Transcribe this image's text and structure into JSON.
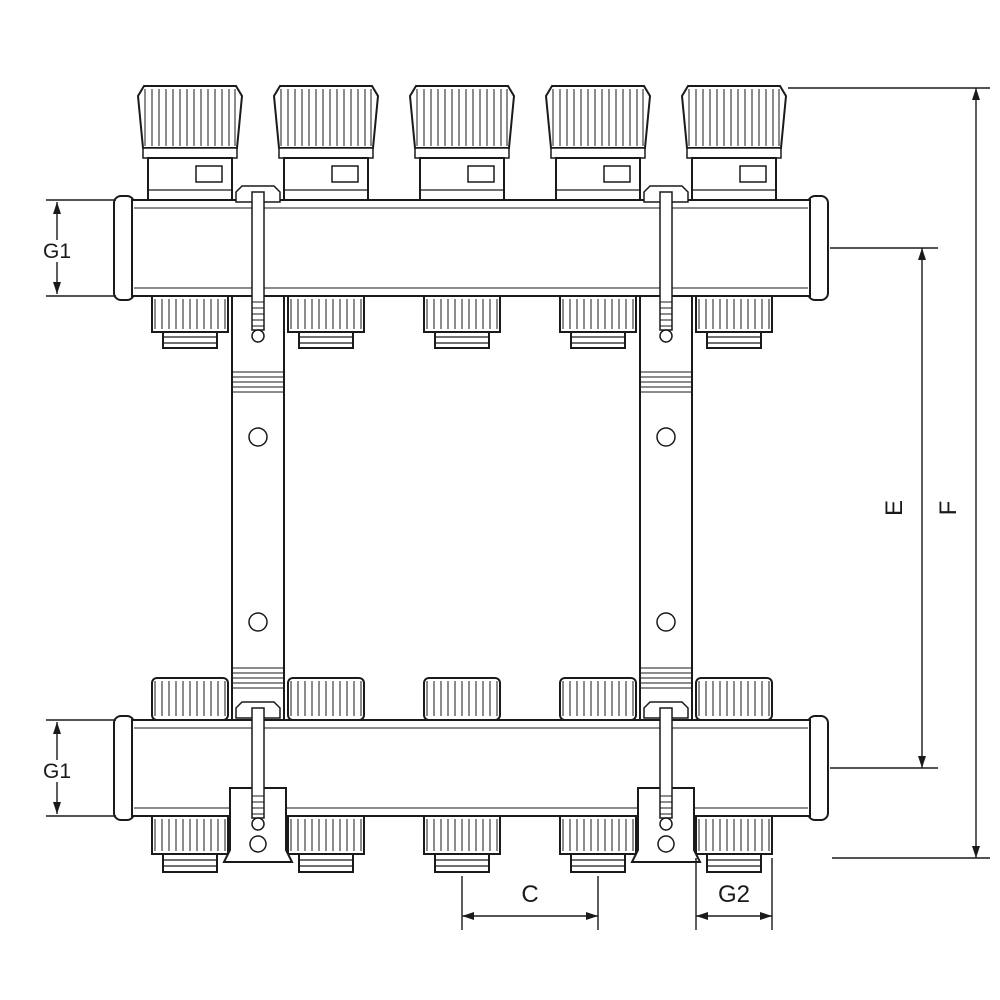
{
  "diagram": {
    "type": "technical-line-drawing",
    "subject": "heating-manifold-front-view",
    "valve_count": 5,
    "labels": {
      "g1_top": "G1",
      "g1_bottom": "G1",
      "e": "E",
      "f": "F",
      "c": "C",
      "g2": "G2"
    }
  }
}
